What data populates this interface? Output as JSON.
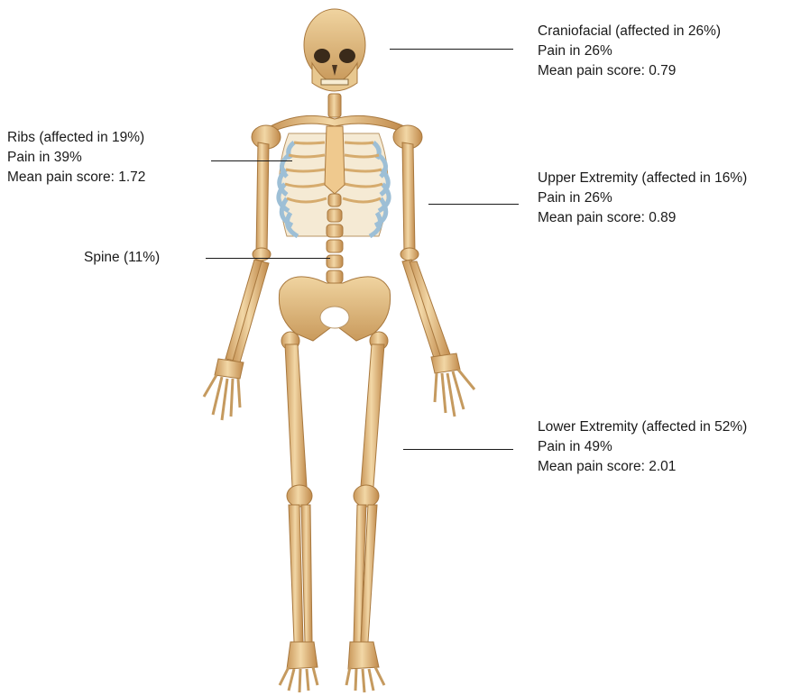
{
  "regions": {
    "craniofacial": {
      "line1": "Craniofacial (affected in 26%)",
      "line2": "Pain in 26%",
      "line3": "Mean pain score: 0.79"
    },
    "ribs": {
      "line1": "Ribs (affected in 19%)",
      "line2": "Pain in 39%",
      "line3": "Mean pain score: 1.72"
    },
    "upper_extremity": {
      "line1": "Upper Extremity (affected in 16%)",
      "line2": "Pain in 26%",
      "line3": "Mean pain score: 0.89"
    },
    "spine": {
      "line1": "Spine (11%)"
    },
    "lower_extremity": {
      "line1": "Lower Extremity (affected in 52%)",
      "line2": "Pain in 49%",
      "line3": "Mean pain score: 2.01"
    }
  },
  "colors": {
    "bone": "#e6c48c",
    "bone_shadow": "#b98a4e",
    "cartilage": "#b9d2e0",
    "leader_line": "#1a1a1a"
  }
}
